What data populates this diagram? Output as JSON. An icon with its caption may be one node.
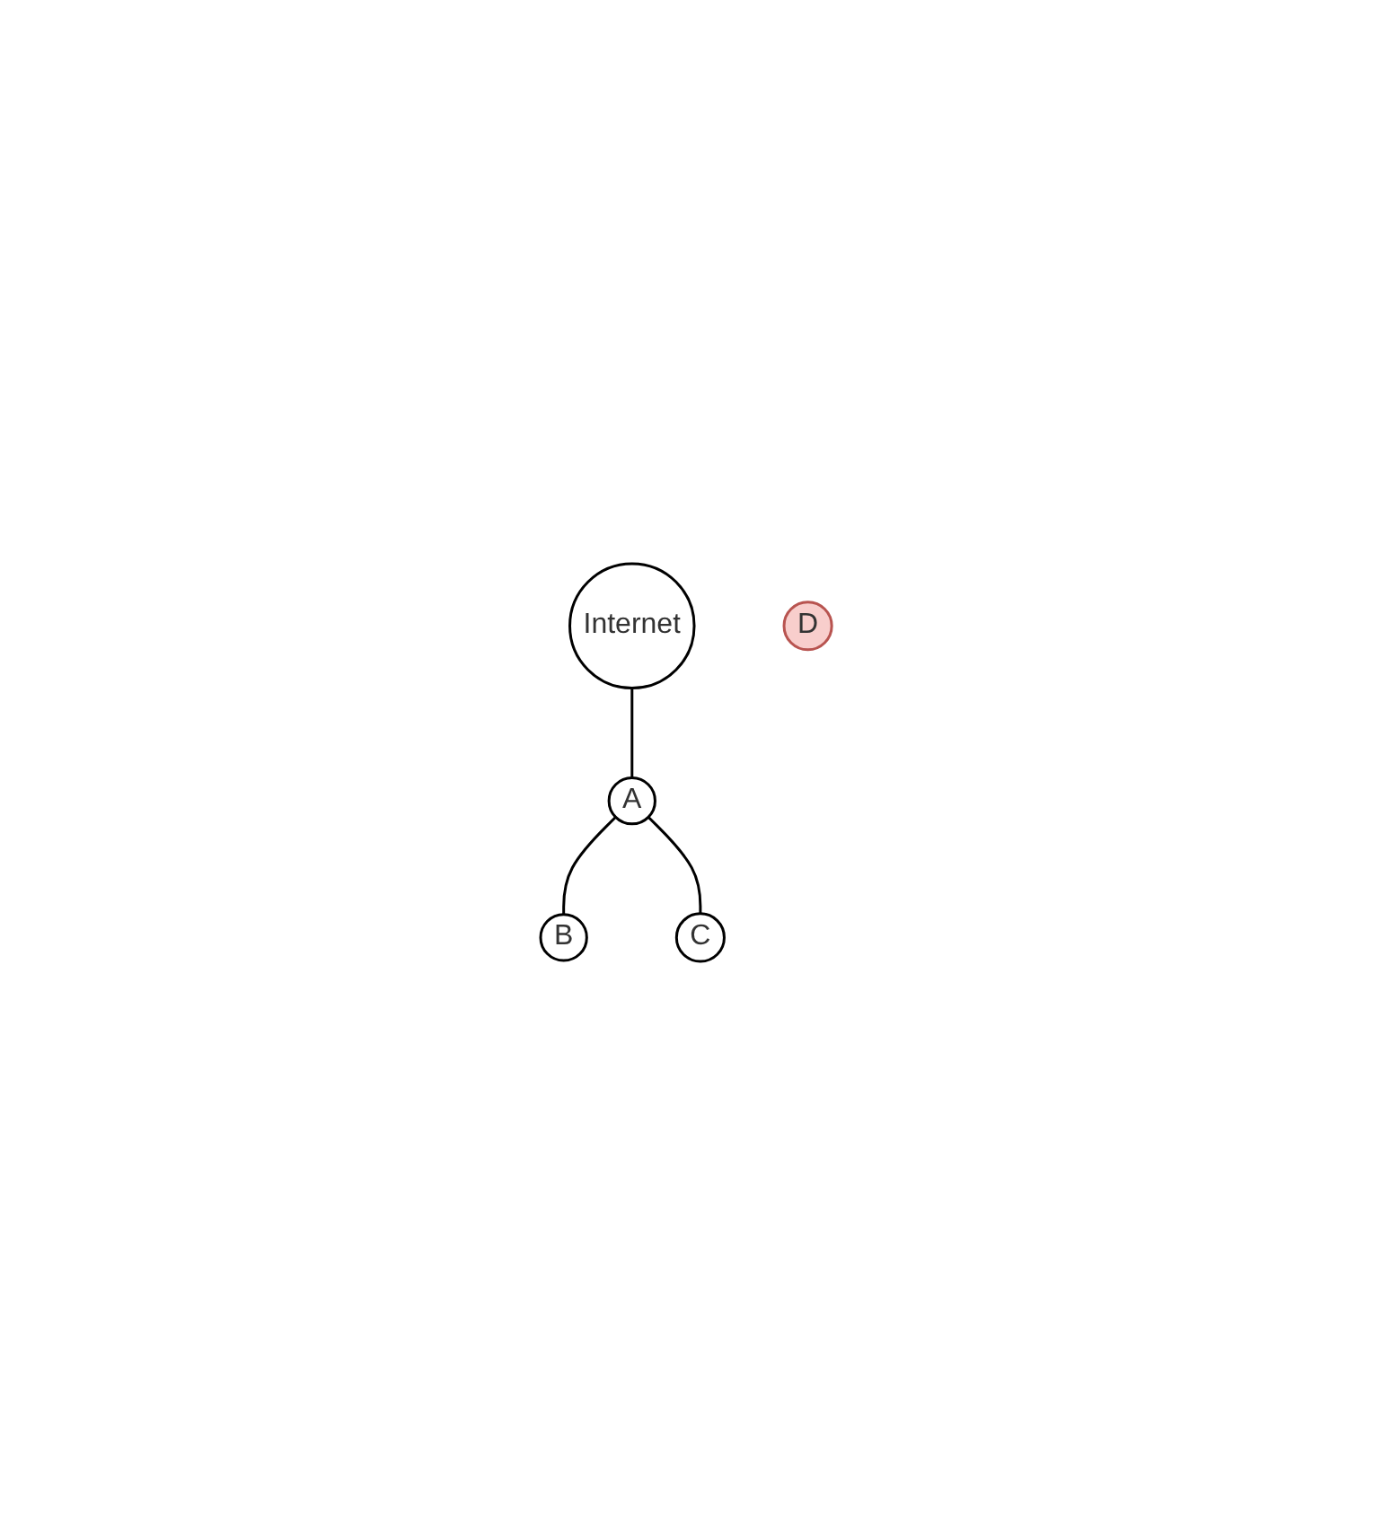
{
  "diagram": {
    "nodes": [
      {
        "text": [
          "Internet"
        ]
      },
      {
        "text": [
          "A"
        ]
      },
      {
        "text": [
          "B"
        ]
      },
      {
        "text": [
          "C"
        ]
      },
      {
        "text": [
          "D"
        ]
      }
    ],
    "edges": [
      {
        "from": 0,
        "to": 1,
        "arrow": "none"
      },
      {
        "from": 1,
        "to": 2,
        "arrow": "none"
      },
      {
        "from": 1,
        "to": 3,
        "arrow": "none"
      }
    ]
  }
}
